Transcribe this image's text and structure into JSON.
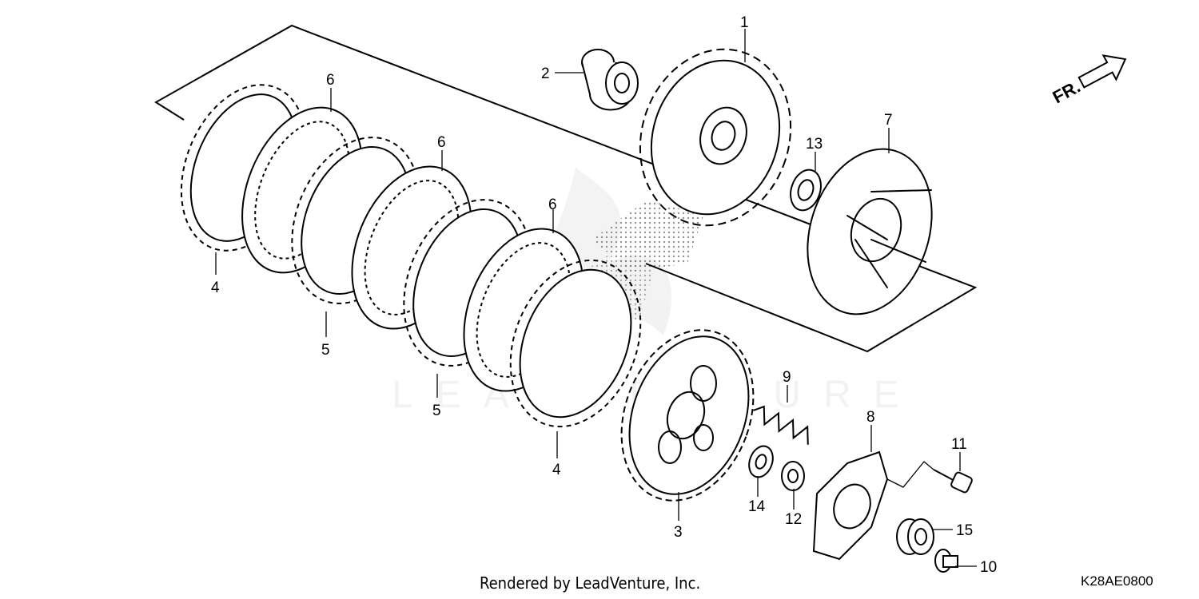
{
  "diagram": {
    "callouts": [
      "1",
      "2",
      "3",
      "4",
      "4",
      "5",
      "5",
      "6",
      "6",
      "6",
      "7",
      "8",
      "9",
      "10",
      "11",
      "12",
      "13",
      "14",
      "15"
    ],
    "watermark": "LEADVENTURE",
    "orientation_label": "FR."
  },
  "footer": {
    "rendered_by": "Rendered by LeadVenture, Inc.",
    "diagram_code": "K28AE0800"
  }
}
